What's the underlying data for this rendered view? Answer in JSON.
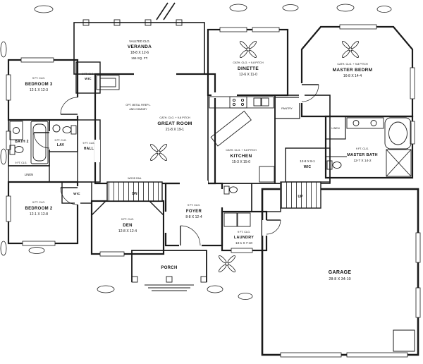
{
  "document": {
    "kind": "architectural-floor-plan",
    "colors": {
      "ink": "#1a1a1a",
      "paper": "#ffffff"
    }
  },
  "rooms": {
    "veranda": {
      "ceiling": "VAULTED CLG.",
      "name": "VERANDA",
      "dims": "18-8 X 12-6",
      "area": "166 SQ. FT."
    },
    "dinette": {
      "ceiling": "CATH. CLG. + 9-8 PITCH",
      "name": "DINETTE",
      "dims": "12-6 X 11-0"
    },
    "master_bedrm": {
      "ceiling": "CATH. CLG. + 9-8 PITCH",
      "name": "MASTER BEDRM",
      "dims": "16-8 X 14-4"
    },
    "great_room": {
      "ceiling": "CATH. CLG. + 9-8 PITCH",
      "name": "GREAT ROOM",
      "dims": "21-8 X 19-1"
    },
    "kitchen": {
      "ceiling": "CATH. CLG. + 9-8 PITCH",
      "name": "KITCHEN",
      "dims": "15-3 X 15-0"
    },
    "bedroom3": {
      "ceiling": "9 FT. CLG.",
      "name": "BEDROOM 3",
      "dims": "12-1 X 12-3"
    },
    "bedroom2": {
      "ceiling": "9 FT. CLG.",
      "name": "BEDROOM 2",
      "dims": "12-1 X 12-8"
    },
    "bath2": {
      "ceiling": "9 FT. CLG.",
      "name": "BATH 2"
    },
    "lav": {
      "ceiling": "9 FT. CLG.",
      "name": "LAV"
    },
    "hall": {
      "ceiling": "9 FT. CLG.",
      "name": "HALL"
    },
    "wic_bedroom3": {
      "ceiling": "9 FT. CLG.",
      "name": "WIC"
    },
    "wic_bedroom2": {
      "name": "WIC"
    },
    "linen_hall": {
      "name": "LINEN"
    },
    "den": {
      "ceiling": "9 FT. CLG.",
      "name": "DEN",
      "dims": "12-8 X 12-4"
    },
    "foyer": {
      "ceiling": "9 FT. CLG.",
      "name": "FOYER",
      "dims": "8-8 X 12-4"
    },
    "laundry": {
      "ceiling": "9 FT. CLG.",
      "name": "LAUNDRY",
      "dims": "13-1 X 7-10"
    },
    "porch": {
      "name": "PORCH"
    },
    "garage": {
      "name": "GARAGE",
      "dims": "28-8 X 34-10"
    },
    "master_bath": {
      "ceiling": "9 FT. CLG.",
      "name": "MASTER BATH",
      "dims": "12-7 X 14-2"
    },
    "wic_master": {
      "name": "WIC",
      "dims": "12-8 X 8-1"
    },
    "pantry": {
      "name": "PANTRY"
    },
    "linen_master": {
      "name": "LINEN"
    }
  },
  "notes": {
    "fireplace_1": "OPT. METAL FIREPL.",
    "fireplace_2": "AND CHIMNEY",
    "wood_rail": "WOOD RAIL",
    "stair_down": "DN",
    "stair_up": "UP"
  }
}
